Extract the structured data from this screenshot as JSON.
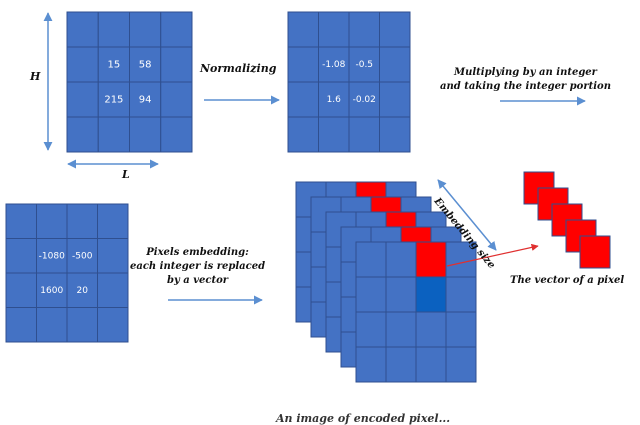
{
  "labels": {
    "height": "H",
    "length": "L",
    "normalizing": "Normalizing",
    "multiplying_line1": "Multiplying by an integer",
    "multiplying_line2": "and taking the integer portion",
    "embedding_line1": "Pixels embedding:",
    "embedding_line2": "each integer is replaced",
    "embedding_line3": "by a vector",
    "embedding_size": "Embedding size",
    "vector_of_pixel": "The vector of a pixel",
    "bottom_caption": "An image of encoded pixel..."
  },
  "grids": {
    "original": [
      "15",
      "58",
      "215",
      "94"
    ],
    "normalized": [
      "-1.08",
      "-0.5",
      "1.6",
      "-0.02"
    ],
    "integer": [
      "-1080",
      "-500",
      "1600",
      "20"
    ]
  },
  "colors": {
    "cell_blue": "#4472c4",
    "cell_border": "#2f4f8f",
    "highlight_red": "#ff0000",
    "highlight_darkblue": "#0b61c0",
    "arrow_blue": "#5b8fd1",
    "arrow_red": "#e03030"
  }
}
